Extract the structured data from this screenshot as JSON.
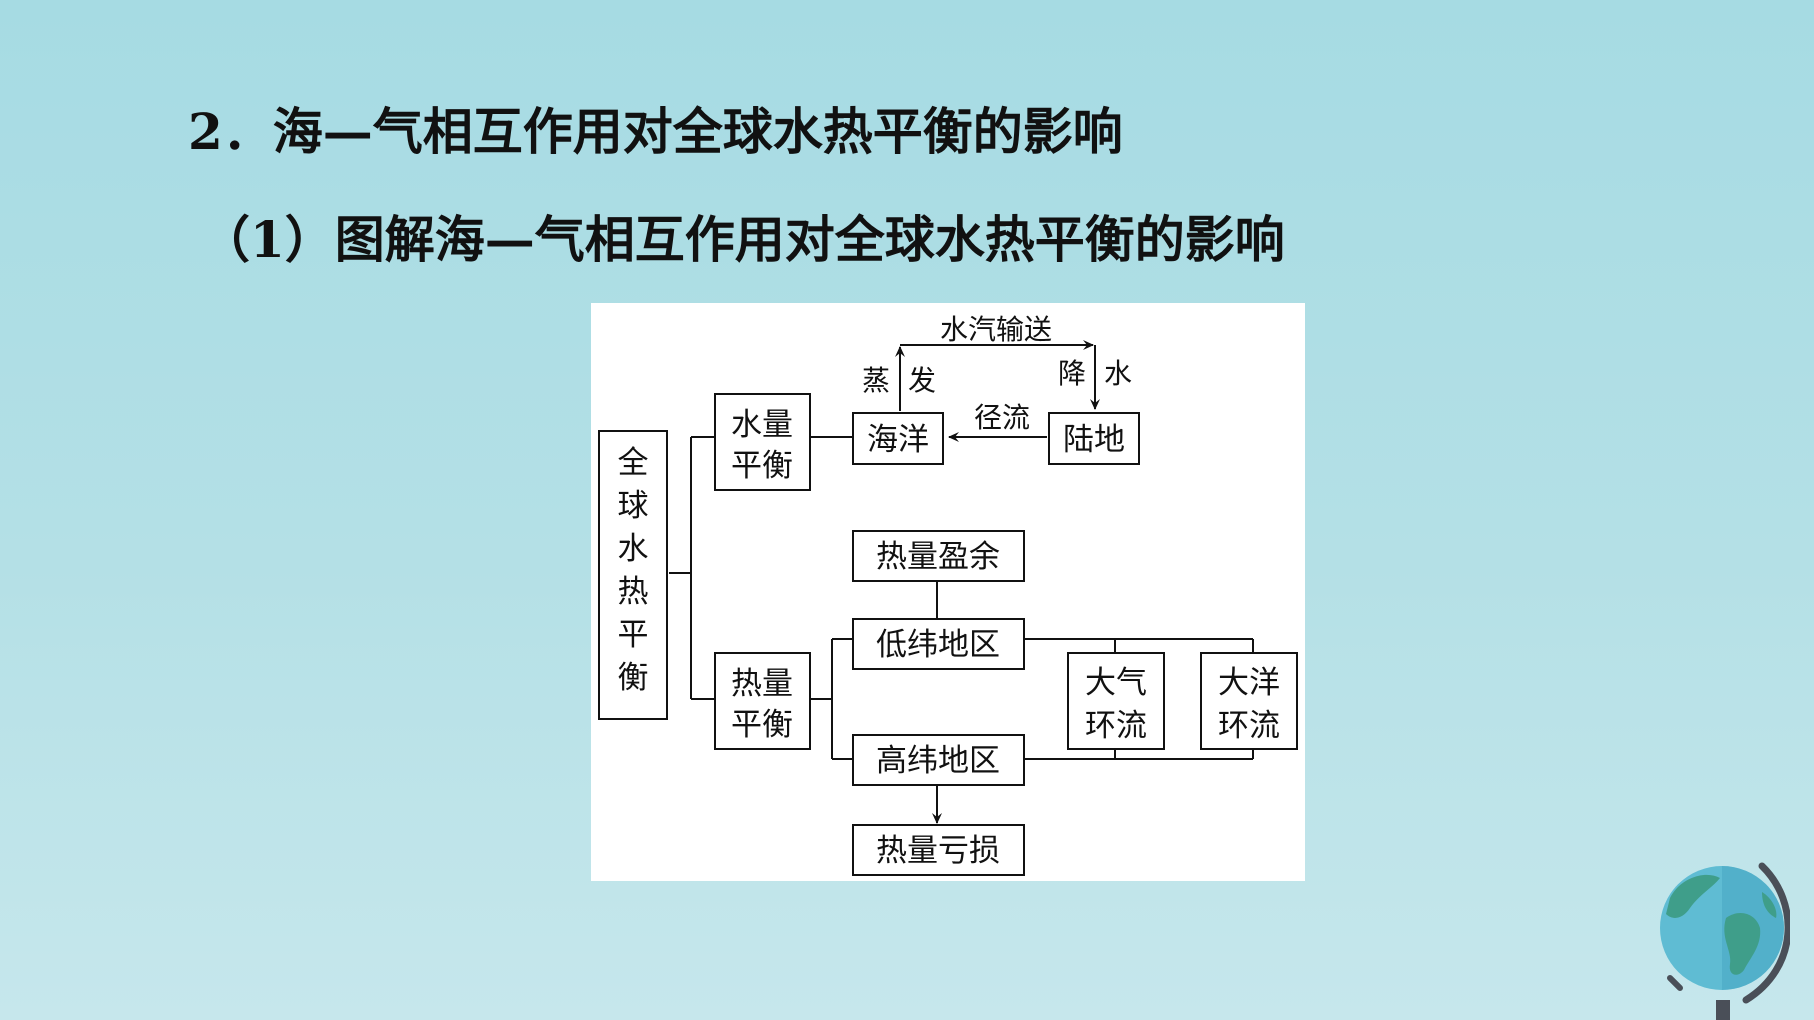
{
  "slide": {
    "title": "2．海—气相互作用对全球水热平衡的影响",
    "subtitle": "（1）图解海—气相互作用对全球水热平衡的影响"
  },
  "diagram": {
    "nodes": {
      "global": [
        "全",
        "球",
        "水",
        "热",
        "平",
        "衡"
      ],
      "water_balance": [
        "水量",
        "平衡"
      ],
      "heat_balance": [
        "热量",
        "平衡"
      ],
      "ocean": "海洋",
      "land": "陆地",
      "heat_surplus": "热量盈余",
      "low_lat": "低纬地区",
      "high_lat": "高纬地区",
      "heat_deficit": "热量亏损",
      "atm_circ": [
        "大气",
        "环流"
      ],
      "ocean_circ": [
        "大洋",
        "环流"
      ]
    },
    "labels": {
      "vapor_transport": "水汽输送",
      "evap_1": "蒸",
      "evap_2": "发",
      "precip_1": "降",
      "precip_2": "水",
      "runoff": "径流"
    }
  },
  "colors": {
    "background": "#a6dbe3",
    "panel": "#ffffff",
    "ink": "#111111",
    "globe_ocean": "#5fbcd3",
    "globe_land": "#3f9e8a",
    "globe_stand": "#4a4f58"
  },
  "icons": {
    "corner": "globe-icon"
  }
}
